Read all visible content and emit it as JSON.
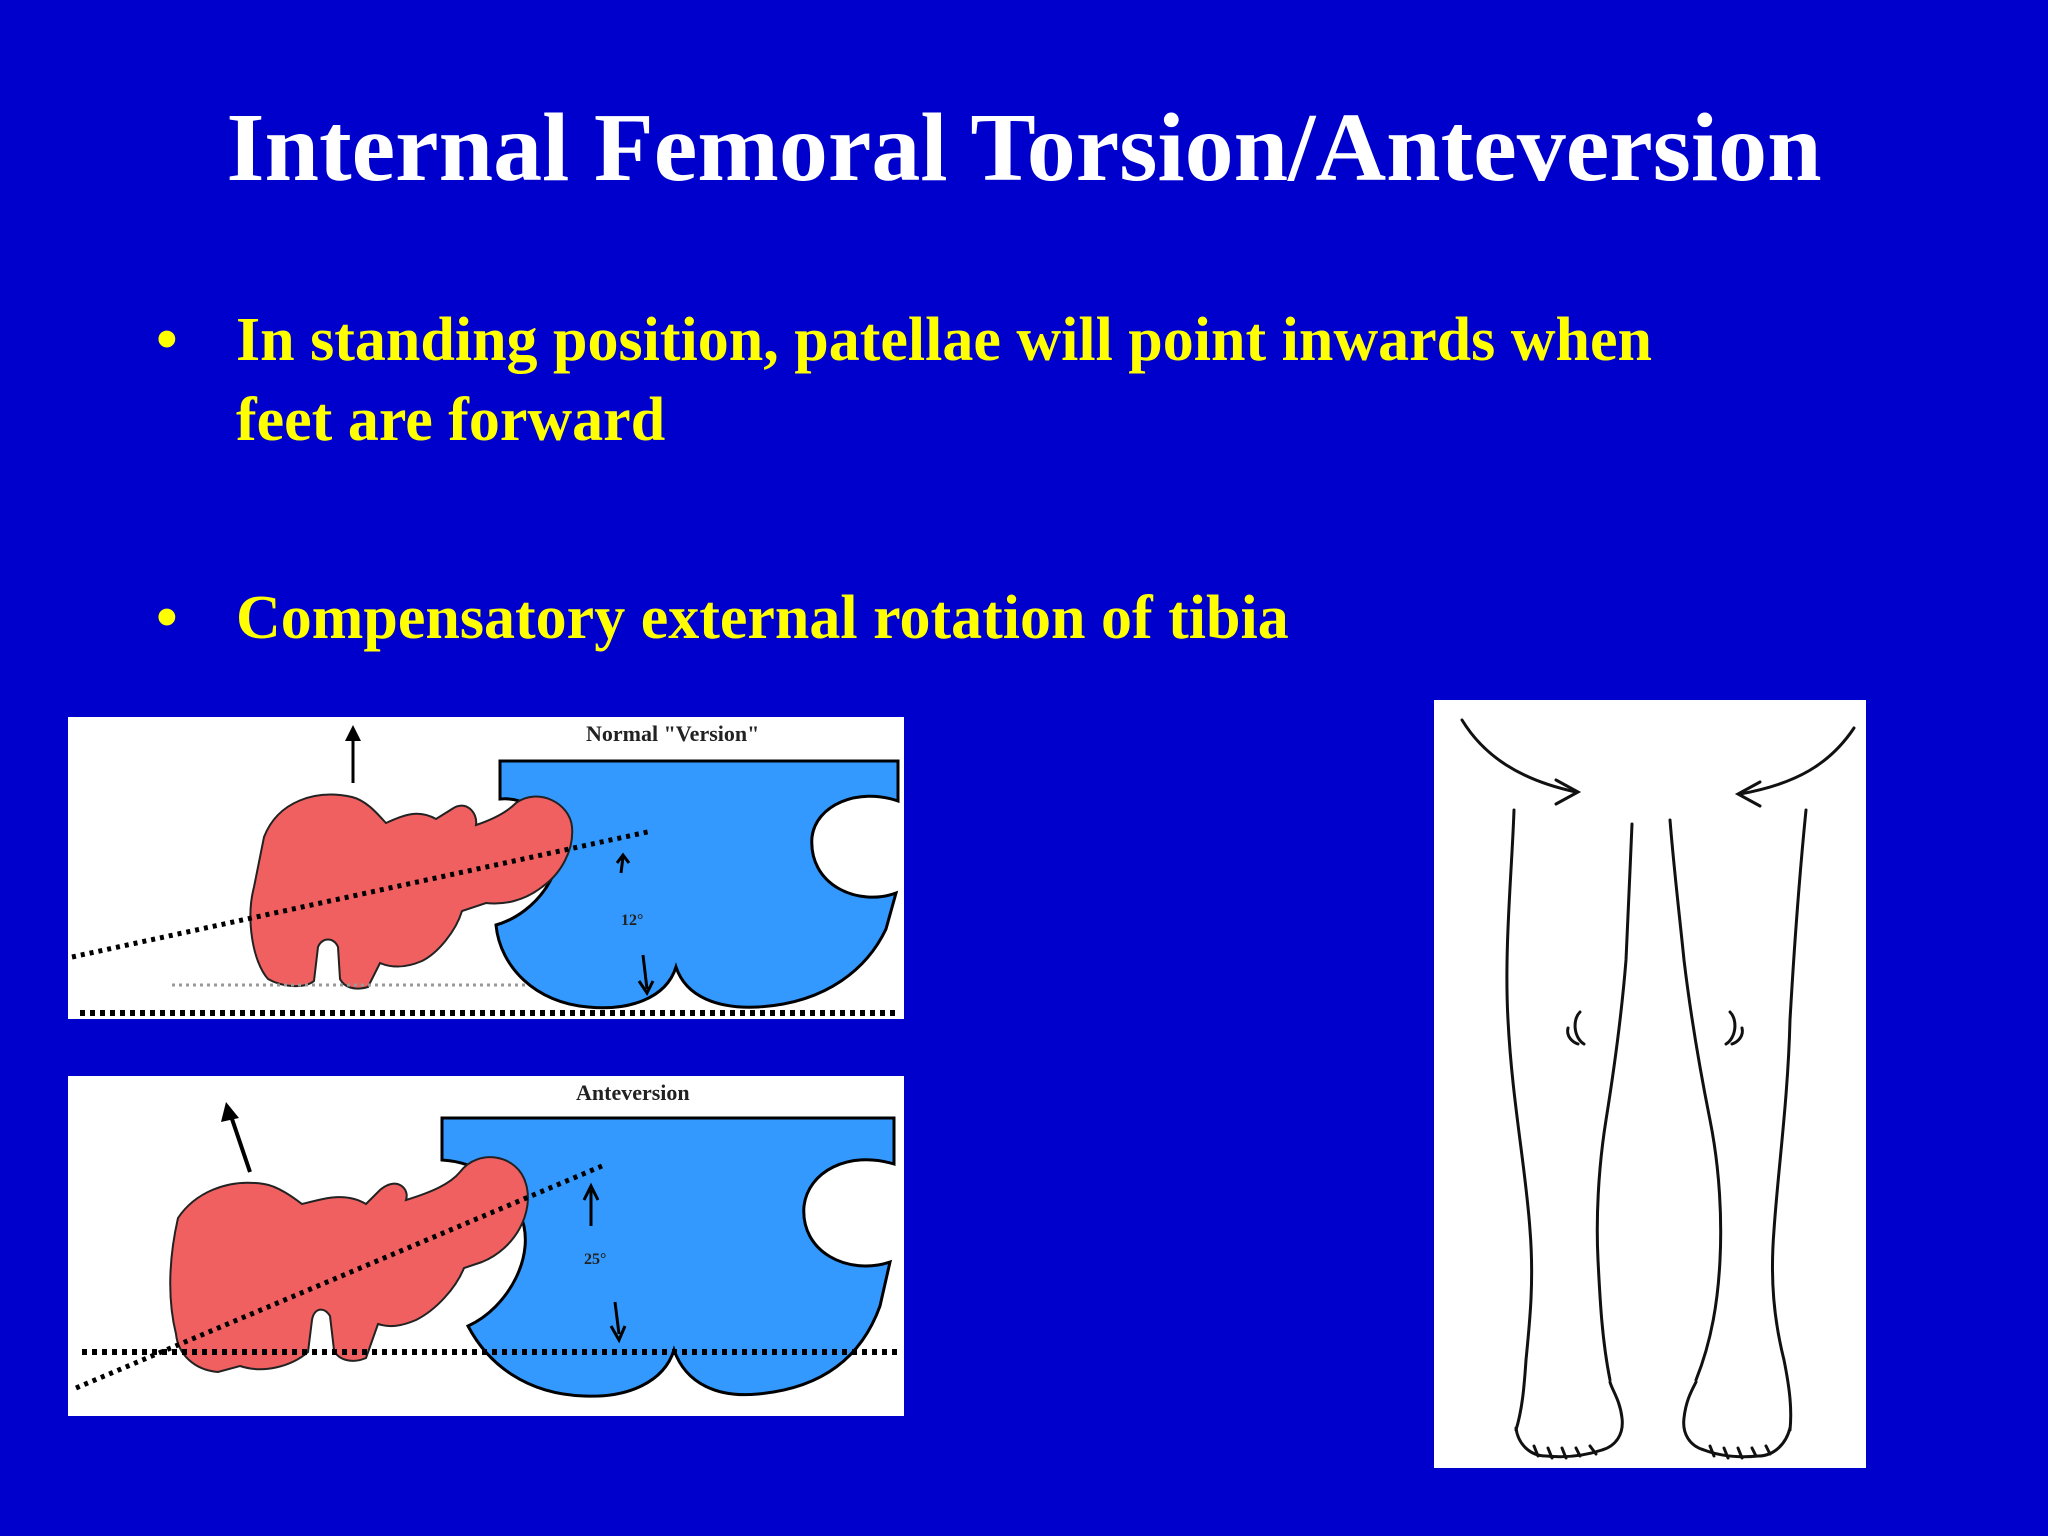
{
  "slide": {
    "title": "Internal Femoral Torsion/Anteversion",
    "bullets": [
      "In standing position, patellae will point inwards when feet are forward",
      "Compensatory external rotation of tibia"
    ],
    "bullet_symbol": "•"
  },
  "figures": {
    "normal": {
      "label": "Normal \"Version\"",
      "angle_label": "12°"
    },
    "anteversion": {
      "label": "Anteversion",
      "angle_label": "25°"
    }
  },
  "colors": {
    "background": "#0000cc",
    "title": "#ffffff",
    "bullet_text": "#ffff00",
    "femur": "#f06060",
    "pelvis": "#3399ff"
  }
}
